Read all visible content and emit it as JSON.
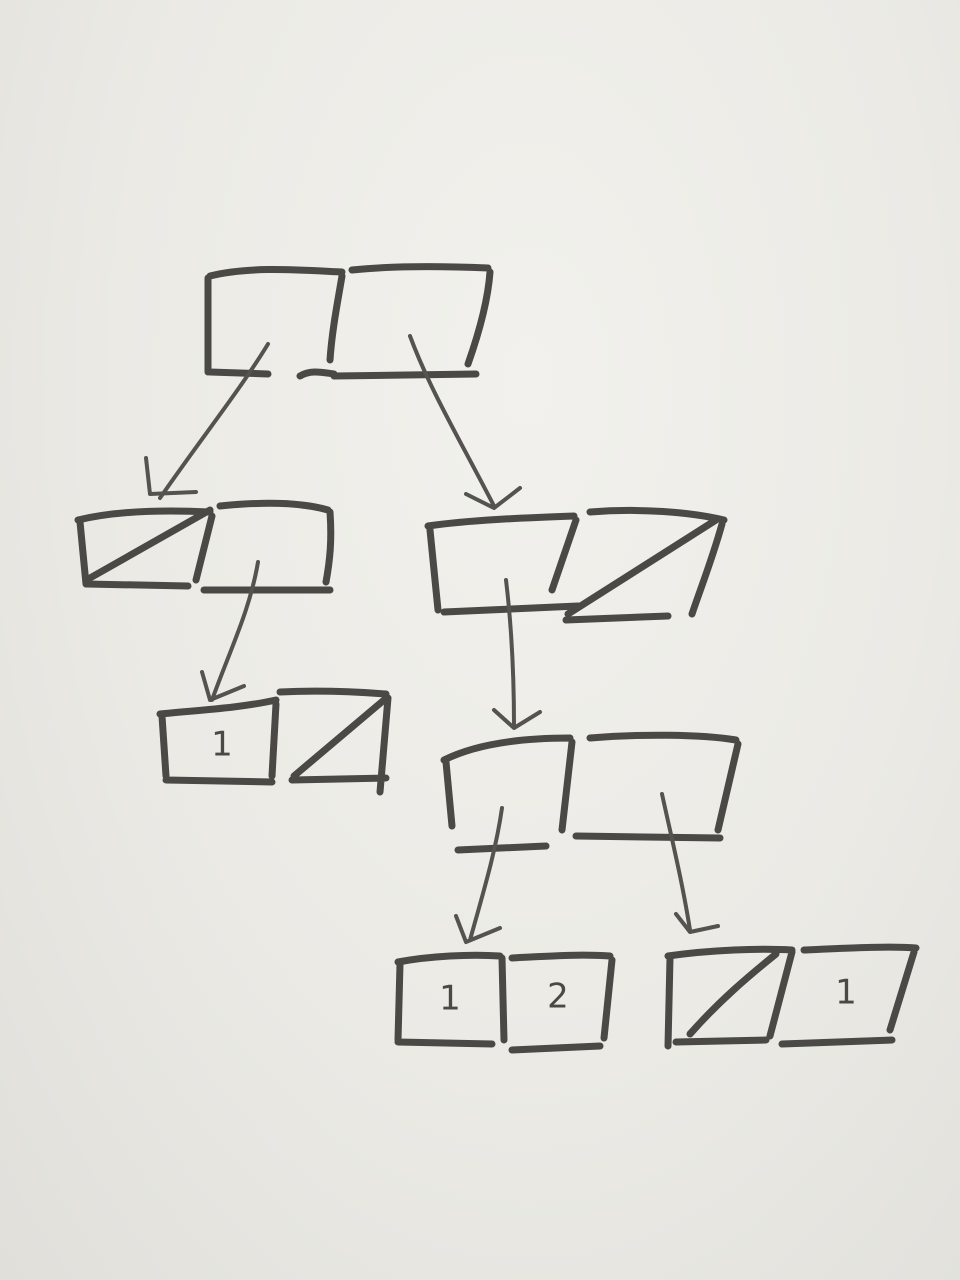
{
  "tree": {
    "root": {
      "cells": [
        "",
        ""
      ]
    },
    "left": {
      "cells": [
        "",
        ""
      ],
      "null_cell": 0
    },
    "right": {
      "cells": [
        "",
        ""
      ],
      "null_cell": 1
    },
    "left_leaf": {
      "cells": [
        "1",
        ""
      ],
      "null_cell": 1
    },
    "mid": {
      "cells": [
        "",
        ""
      ]
    },
    "leaf_a": {
      "cells": [
        "1",
        "2"
      ]
    },
    "leaf_b": {
      "cells": [
        "",
        "1"
      ],
      "null_cell": 0
    }
  },
  "colors": {
    "ink": "#4b4945",
    "board": "#ecebe6"
  }
}
